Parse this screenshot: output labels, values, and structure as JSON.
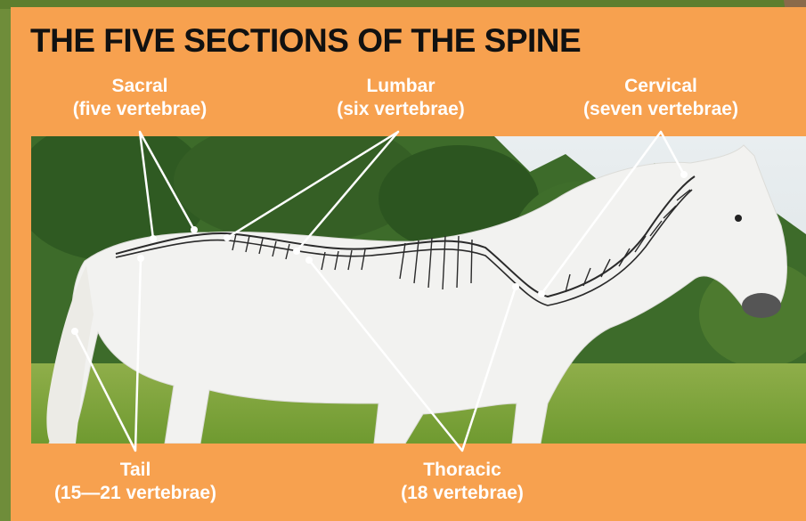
{
  "title": "THE FIVE SECTIONS OF THE SPINE",
  "labels": {
    "sacral": {
      "name": "Sacral",
      "count": "(five vertebrae)"
    },
    "lumbar": {
      "name": "Lumbar",
      "count": "(six vertebrae)"
    },
    "cervical": {
      "name": "Cervical",
      "count": "(seven vertebrae)"
    },
    "tail": {
      "name": "Tail",
      "count": "(15—21 vertebrae)"
    },
    "thoracic": {
      "name": "Thoracic",
      "count": "(18 vertebrae)"
    }
  },
  "colors": {
    "panel": "#f7a14f",
    "label_text": "#ffffff",
    "title_text": "#111111",
    "leader_line": "#ffffff",
    "horse": "#f2f2f0",
    "skeleton_outline": "#2a2a2a",
    "foliage": "#3d6b2a",
    "grass": "#7ea03c"
  }
}
